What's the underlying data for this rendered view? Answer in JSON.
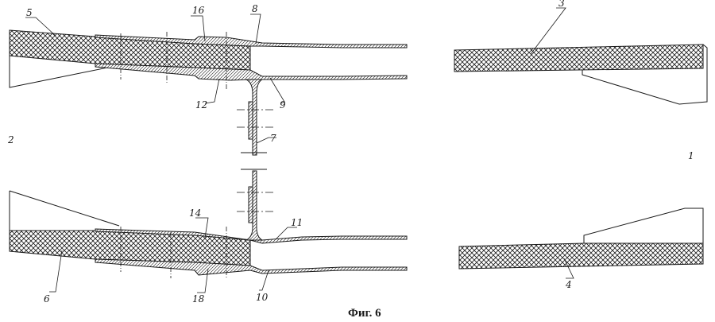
{
  "labels": {
    "l1": "1",
    "l2": "2",
    "l3": "3",
    "l4": "4",
    "l5": "5",
    "l6": "6",
    "l7": "7",
    "l8": "8",
    "l9": "9",
    "l10": "10",
    "l11": "11",
    "l12": "12",
    "l14": "14",
    "l16": "16",
    "l18": "18"
  },
  "caption": "Фиг. 6"
}
